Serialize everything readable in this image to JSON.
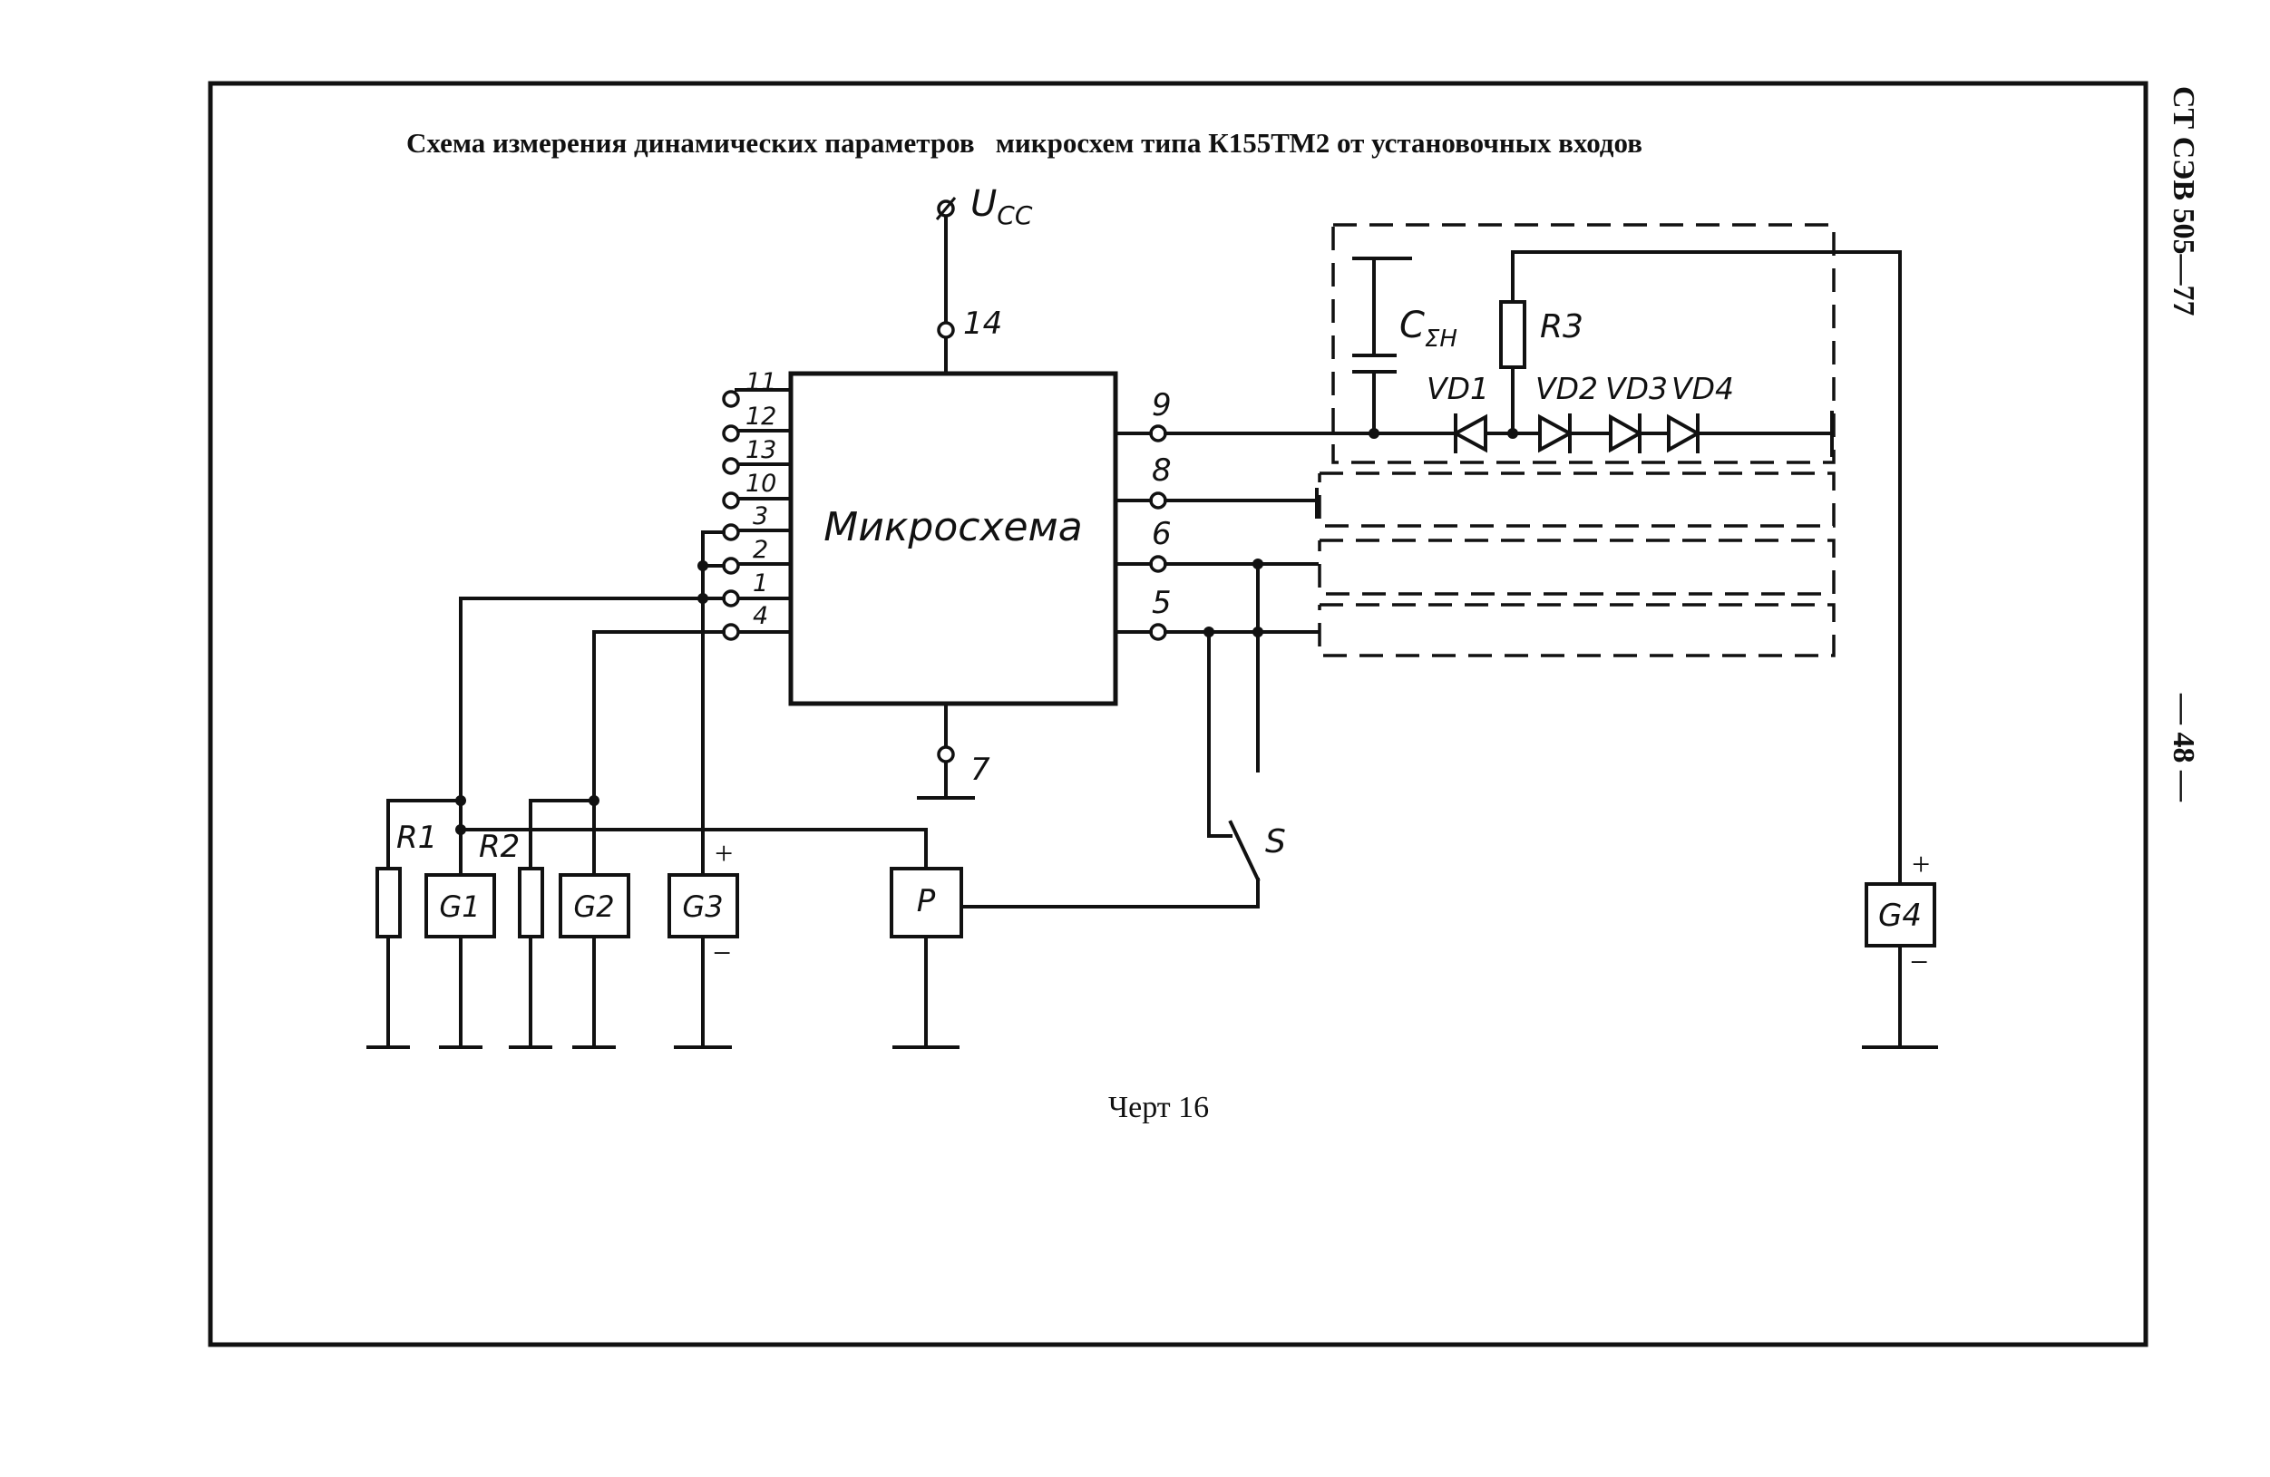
{
  "title": "Схема измерения динамических параметров   микросхем типа К155ТМ2 от установочных входов",
  "caption": "Черт 16",
  "side_header": {
    "standard": "СТ СЭВ 505—77",
    "page": "— 48 —"
  },
  "chip": {
    "label": "Микросхема"
  },
  "supply": {
    "label_main": "U",
    "label_sub": "CC"
  },
  "pins_left": [
    "11",
    "12",
    "13",
    "10",
    "3",
    "2",
    "1",
    "4"
  ],
  "pins_right": [
    "9",
    "8",
    "6",
    "5"
  ],
  "pin_top": "14",
  "pin_bottom": "7",
  "load": {
    "capacitor_main": "C",
    "capacitor_sub": "ΣH",
    "resistor": "R3",
    "diodes": [
      "VD1",
      "VD2",
      "VD3",
      "VD4"
    ]
  },
  "generators": [
    "G1",
    "G2",
    "G3",
    "G4"
  ],
  "resistors": [
    "R1",
    "R2"
  ],
  "meter": "P",
  "switch": "S",
  "plus": "+",
  "minus": "−"
}
